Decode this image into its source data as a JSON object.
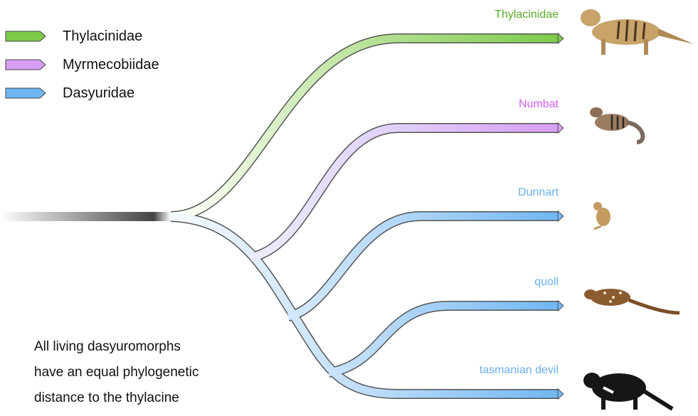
{
  "legend": [
    {
      "label": "Thylacinidae",
      "color": "#7ccb4a"
    },
    {
      "label": "Myrmecobiidae",
      "color": "#d89cf5"
    },
    {
      "label": "Dasyuridae",
      "color": "#6fb6f2"
    }
  ],
  "tips": [
    {
      "label": "Thylacinidae",
      "color": "#5aab2a",
      "icon": "thylacine-icon"
    },
    {
      "label": "Numbat",
      "color": "#d25ef2",
      "icon": "numbat-icon"
    },
    {
      "label": "Dunnart",
      "color": "#6ab0ea",
      "icon": "dunnart-icon"
    },
    {
      "label": "quoll",
      "color": "#6ab0ea",
      "icon": "quoll-icon"
    },
    {
      "label": "tasmanian devil",
      "color": "#6ab0ea",
      "icon": "tasmanian-devil-icon"
    }
  ],
  "caption": [
    "All living dasyuromorphs",
    "have an equal phylogenetic",
    "distance to the thylacine"
  ]
}
